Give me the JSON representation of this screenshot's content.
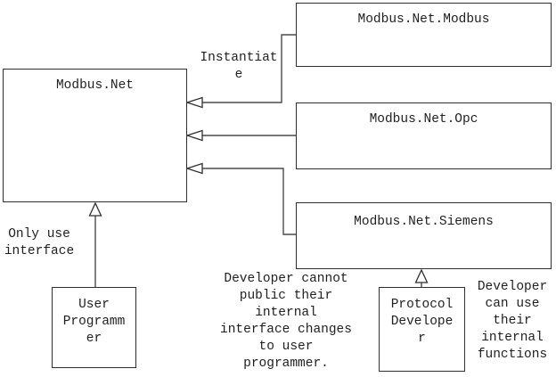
{
  "boxes": {
    "modbus_net": {
      "label": "Modbus.Net"
    },
    "modbus_net_modbus": {
      "label": "Modbus.Net.Modbus"
    },
    "modbus_net_opc": {
      "label": "Modbus.Net.Opc"
    },
    "modbus_net_siemens": {
      "label": "Modbus.Net.Siemens"
    },
    "user_programmer": {
      "label_lines": [
        "User",
        "Programm",
        "er"
      ]
    },
    "protocol_developer": {
      "label_lines": [
        "Protocol",
        "Develope",
        "r"
      ]
    }
  },
  "annotations": {
    "instantiate": [
      "Instantiat",
      "e"
    ],
    "only_use_interface": [
      "Only use",
      "interface"
    ],
    "developer_cannot": [
      "Developer cannot",
      "public their",
      "internal",
      "interface changes",
      "to user",
      "programmer."
    ],
    "developer_can": [
      "Developer",
      "can use",
      "their",
      "internal",
      "functions"
    ]
  },
  "colors": {
    "line": "#4a4a4a",
    "border": "#2e2e2e",
    "text": "#1f1f1f",
    "background": "#ffffff"
  }
}
